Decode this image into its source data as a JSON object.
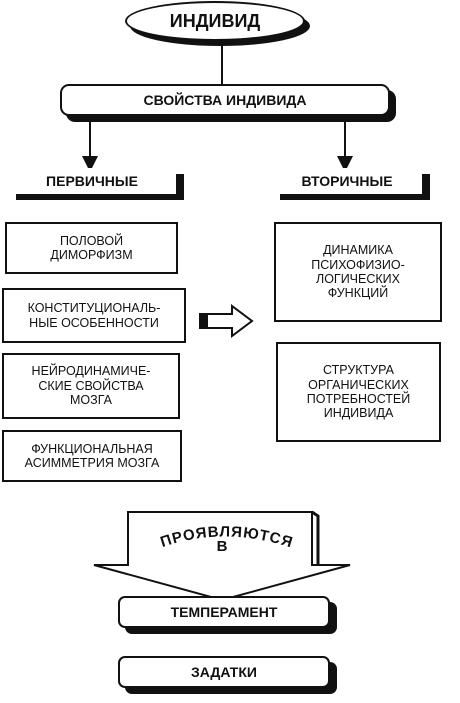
{
  "root": "ИНДИВИД",
  "properties": "СВОЙСТВА ИНДИВИДА",
  "primary": {
    "title": "ПЕРВИЧНЫЕ",
    "items": [
      [
        "ПОЛОВОЙ",
        "ДИМОРФИЗМ"
      ],
      [
        "КОНСТИТУЦИОНАЛЬ-",
        "НЫЕ ОСОБЕННОСТИ"
      ],
      [
        "НЕЙРОДИНАМИЧЕ-",
        "СКИЕ СВОЙСТВА",
        "МОЗГА"
      ],
      [
        "ФУНКЦИОНАЛЬНАЯ",
        "АСИММЕТРИЯ МОЗГА"
      ]
    ]
  },
  "secondary": {
    "title": "ВТОРИЧНЫЕ",
    "items": [
      [
        "ДИНАМИКА",
        "ПСИХОФИЗИО-",
        "ЛОГИЧЕСКИХ",
        "ФУНКЦИЙ"
      ],
      [
        "СТРУКТУРА",
        "ОРГАНИЧЕСКИХ",
        "ПОТРЕБНОСТЕЙ",
        "ИНДИВИДА"
      ]
    ]
  },
  "manifest": {
    "word": "ПРОЯВЛЯЮТСЯ",
    "preposition": "В"
  },
  "outcomes": [
    "ТЕМПЕРАМЕНТ",
    "ЗАДАТКИ"
  ],
  "colors": {
    "ink": "#111111",
    "paper": "#ffffff",
    "shade": "#7a7a7a"
  }
}
